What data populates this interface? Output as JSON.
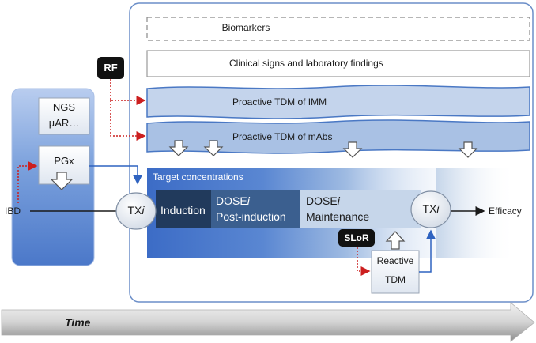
{
  "layers": {
    "biomarkers": "Biomarkers",
    "clinical": "Clinical signs and laboratory findings",
    "tdm_imm": "Proactive TDM of IMM",
    "tdm_mabs": "Proactive TDM of mAbs"
  },
  "left_panel": {
    "ngs": "NGS",
    "uar": "µAR…",
    "pgx": "PGx"
  },
  "badges": {
    "rf": "RF",
    "slor": "SLoR"
  },
  "target": "Target concentrations",
  "ibd": "IBD",
  "tx_prefix": "TX",
  "tx_suffix": "i",
  "phases": {
    "induction": "Induction",
    "dose_prefix": "DOSE",
    "dose_suffix": "i",
    "post_induction": "Post-induction",
    "maintenance": "Maintenance"
  },
  "reactive": {
    "line1": "Reactive",
    "line2": "TDM"
  },
  "efficacy": "Efficacy",
  "time": "Time",
  "colors": {
    "frame": "#6b8ec8",
    "layer_fill": "#bdd0ea",
    "layer_stroke": "#4a78c4",
    "dark_phase": "#213a5c",
    "mid_phase": "#3b5f8f",
    "light_phase": "#c6d6ea",
    "left_panel": "#6e96d6",
    "badge": "#111111",
    "arrow_red": "#cc1f1f",
    "time_bar": "#9a9a9a"
  }
}
